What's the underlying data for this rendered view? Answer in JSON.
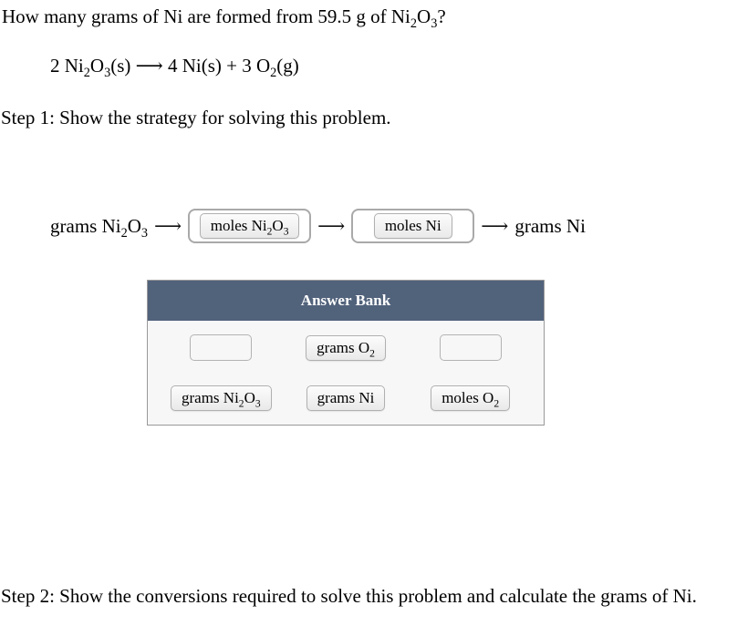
{
  "texts": {
    "question": "How many grams of Ni are formed from 59.5 g of Ni_{2}O_{3}?",
    "equation": "2 Ni_{2}O_{3}(s) ⟶ 4 Ni(s) + 3 O_{2}(g)",
    "step1": "Step 1: Show the strategy for solving this problem.",
    "step2": "Step 2: Show the conversions required to solve this problem and calculate the grams of Ni."
  },
  "strategy_flow": {
    "start_label": "grams Ni_{2}O_{3}",
    "arrow": "⟶",
    "dropzones": [
      {
        "chip_label": "moles Ni_{2}O_{3}"
      },
      {
        "chip_label": "moles Ni"
      }
    ],
    "end_label": "grams Ni"
  },
  "answer_bank": {
    "title": "Answer Bank",
    "header_color": "#51627b",
    "body_color": "#f7f7f7",
    "rows": [
      [
        {
          "type": "empty-slot",
          "label": ""
        },
        {
          "type": "chip",
          "label": "grams O_{2}"
        },
        {
          "type": "empty-slot",
          "label": ""
        }
      ],
      [
        {
          "type": "chip",
          "label": "grams Ni_{2}O_{3}"
        },
        {
          "type": "chip",
          "label": "grams Ni"
        },
        {
          "type": "chip",
          "label": "moles O_{2}"
        }
      ]
    ]
  }
}
